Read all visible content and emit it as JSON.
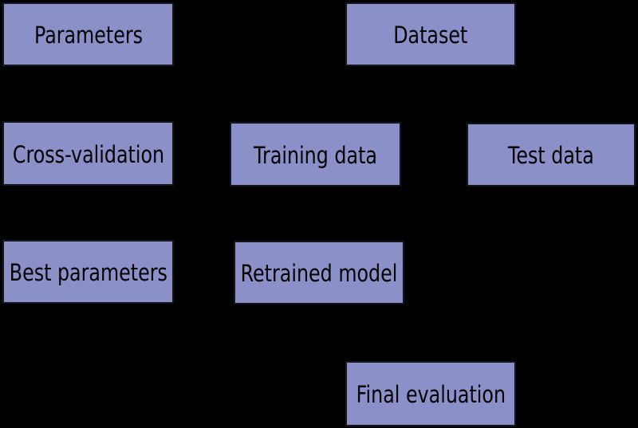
{
  "diagram": {
    "background_color": "#000000",
    "node_fill_color": "#8b90c8",
    "node_border_color": "#14141c",
    "node_text_color": "#000000",
    "nodes": [
      {
        "id": "parameters",
        "label": "Parameters"
      },
      {
        "id": "dataset",
        "label": "Dataset"
      },
      {
        "id": "cross-validation",
        "label": "Cross-validation"
      },
      {
        "id": "training-data",
        "label": "Training data"
      },
      {
        "id": "test-data",
        "label": "Test data"
      },
      {
        "id": "best-parameters",
        "label": "Best parameters"
      },
      {
        "id": "retrained-model",
        "label": "Retrained model"
      },
      {
        "id": "final-evaluation",
        "label": "Final evaluation"
      }
    ]
  }
}
